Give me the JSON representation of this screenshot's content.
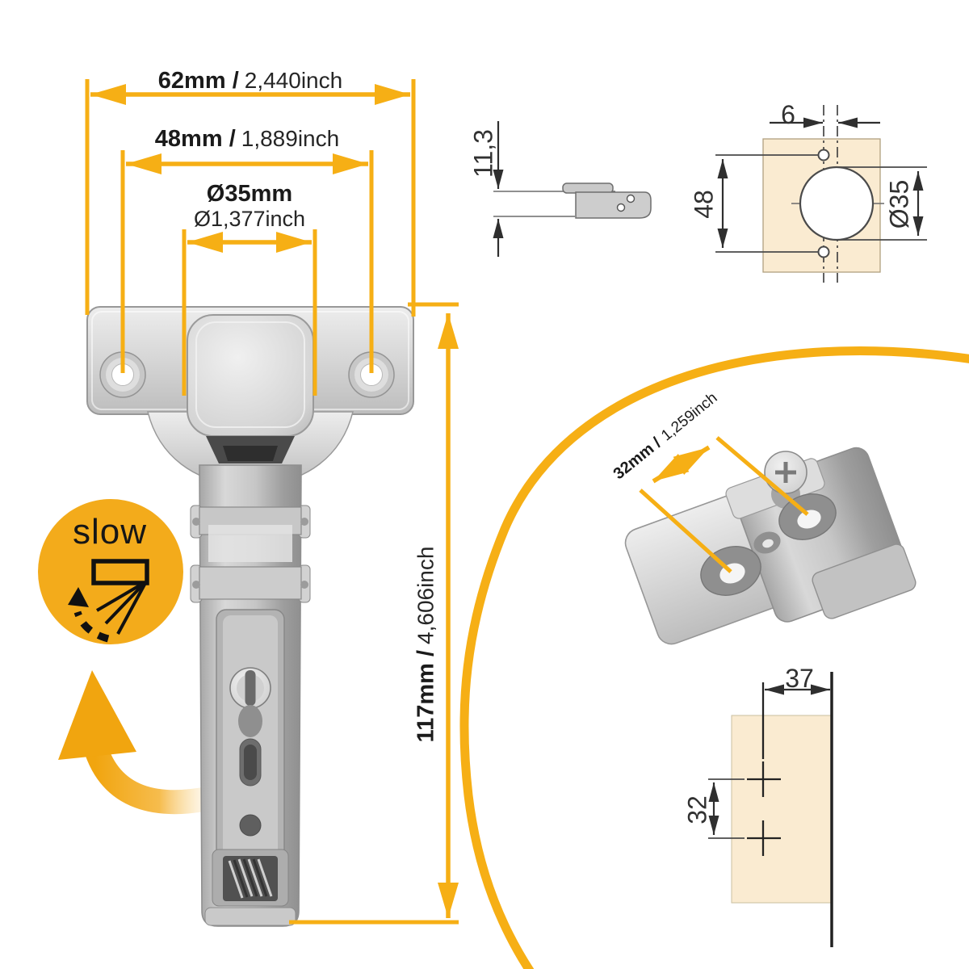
{
  "colors": {
    "accent": "#F6AF15",
    "accent_deep": "#F1A50F",
    "panel": "#FAEBD1",
    "ink": "#1b1b1b",
    "num": "#313131"
  },
  "hinge_dimensions": {
    "plate_width": {
      "metric": "62mm /",
      "inch": "2,440inch"
    },
    "screw_hole_spacing": {
      "metric": "48mm /",
      "inch": "1,889inch"
    },
    "cup_diameter": {
      "metric": "Ø35mm",
      "inch": "Ø1,377inch"
    },
    "total_length": {
      "metric": "117mm /",
      "inch": "4,606inch"
    }
  },
  "side_view": {
    "overlay_depth": "11,3"
  },
  "drilling_template": {
    "edge_offset": "6",
    "screw_spacing": "48",
    "cup_hole": "Ø35"
  },
  "mounting_plate": {
    "hole_spacing": {
      "metric": "32mm /",
      "inch": "1,259inch"
    }
  },
  "plate_drilling": {
    "edge_distance": "37",
    "hole_spacing": "32"
  },
  "soft_close_badge": {
    "label": "slow"
  }
}
